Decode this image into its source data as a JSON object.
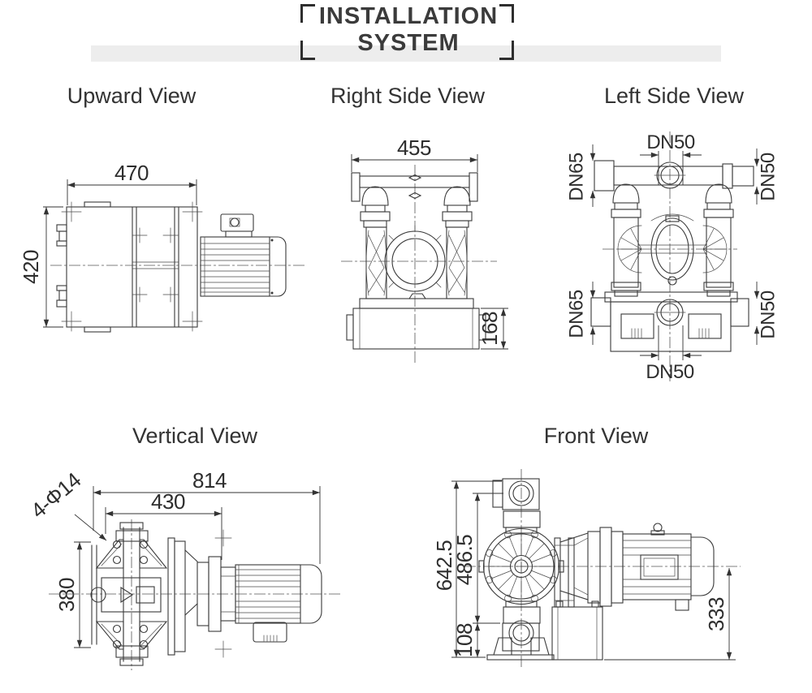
{
  "header": {
    "title_line1": "INSTALLATION",
    "title_line2": "SYSTEM"
  },
  "views": {
    "upward": {
      "title": "Upward View",
      "dim_width": "470",
      "dim_depth": "420"
    },
    "right_side": {
      "title": "Right Side View",
      "dim_width": "455",
      "dim_base_height": "168"
    },
    "left_side": {
      "title": "Left Side View",
      "port_top_center": "DN50",
      "port_top_left": "DN65",
      "port_top_right": "DN50",
      "port_bottom_left": "DN65",
      "port_bottom_right": "DN50",
      "port_bottom_center": "DN50"
    },
    "vertical": {
      "title": "Vertical View",
      "dim_overall_length": "814",
      "dim_pump_length": "430",
      "dim_width": "380",
      "mounting_holes_label": "4-Φ14"
    },
    "front": {
      "title": "Front View",
      "dim_overall_height": "642.5",
      "dim_inlet_to_outlet": "486.5",
      "dim_outlet_height": "108",
      "dim_motor_axis_height": "333"
    }
  }
}
